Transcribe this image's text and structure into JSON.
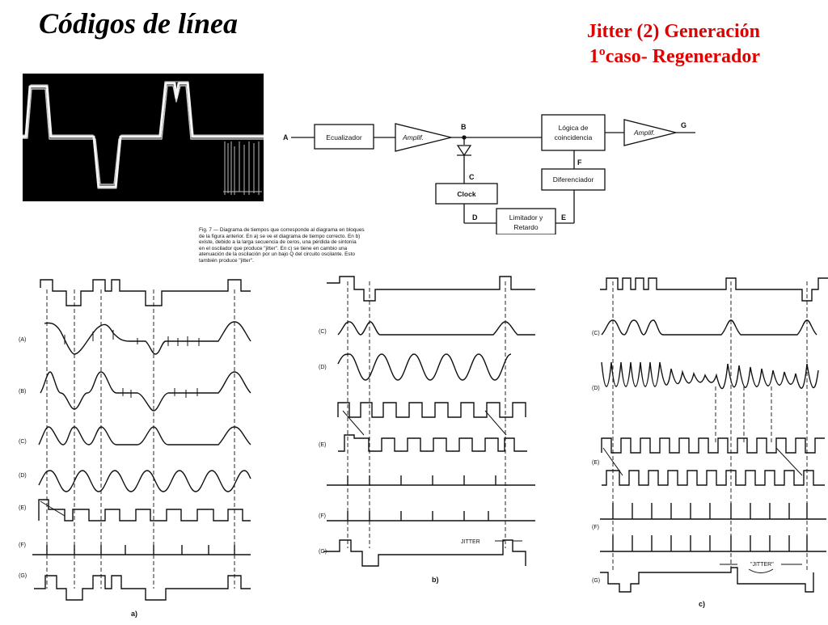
{
  "slide": {
    "title": "Códigos de línea",
    "subtitle_line1": "Jitter (2) Generación",
    "subtitle_line2": "1ºcaso- Regenerador",
    "title_color": "#000000",
    "subtitle_color": "#e00000"
  },
  "block_diagram": {
    "labels": {
      "a": "A",
      "b": "B",
      "c": "C",
      "d": "D",
      "e": "E",
      "f": "F",
      "g": "G"
    },
    "blocks": {
      "ecualizador": "Ecualizador",
      "amplif_1": "Amplif.",
      "logica_line1": "Lógica de",
      "logica_line2": "coincidencia",
      "amplif_2": "Amplif.",
      "diferenciador": "Diferenciador",
      "clock": "Clock",
      "limitador_line1": "Limitador y",
      "limitador_line2": "Retardo"
    }
  },
  "caption": {
    "lines": [
      "Fig. 7 — Diagrama de tiempos que corresponde al diagrama en bloques",
      "de la figura anterior. En a) se ve el diagrama de tiempo correcto. En b)",
      "existe, debido a la larga secuencia de ceros, una pérdida de sintonía",
      "en el oscilador que produce \"jitter\". En c) se tiene en cambio una",
      "atenuación de la oscilación por un bajo Q del circuito oscilante. Esto",
      "también produce \"jitter\"."
    ]
  },
  "timing_a": {
    "row_labels": [
      "(A)",
      "(B)",
      "(C)",
      "(D)",
      "(E)",
      "(F)",
      "(G)"
    ],
    "panel_label": "a)"
  },
  "timing_b": {
    "row_labels": [
      "(C)",
      "(D)",
      "(E)",
      "(F)",
      "(G)"
    ],
    "panel_label": "b)",
    "jitter_label": "JITTER"
  },
  "timing_c": {
    "row_labels": [
      "(C)",
      "(D)",
      "(E)",
      "(F)",
      "(G)"
    ],
    "panel_label": "c)",
    "jitter_label": "\"JITTER\""
  }
}
